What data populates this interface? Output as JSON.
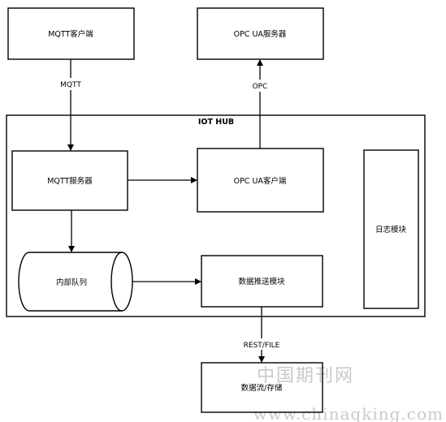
{
  "diagram": {
    "nodes": {
      "mqtt_client": "MQTT客户端",
      "opcua_server": "OPC UA服务器",
      "mqtt_server": "MQTT服务器",
      "opcua_client": "OPC UA客户端",
      "log_module": "日志模块",
      "internal_queue": "内部队列",
      "data_push_module": "数据推送模块",
      "data_stream_storage": "数据流/存储"
    },
    "container": {
      "title": "IOT HUB"
    },
    "edges": [
      {
        "from": "mqtt_client",
        "to": "mqtt_server",
        "label": "MQTT"
      },
      {
        "from": "opcua_client",
        "to": "opcua_server",
        "label": "OPC"
      },
      {
        "from": "mqtt_server",
        "to": "opcua_client",
        "label": ""
      },
      {
        "from": "mqtt_server",
        "to": "internal_queue",
        "label": ""
      },
      {
        "from": "internal_queue",
        "to": "data_push_module",
        "label": ""
      },
      {
        "from": "data_push_module",
        "to": "data_stream_storage",
        "label": "REST/FILE"
      }
    ],
    "edge_labels": {
      "mqtt": "MQTT",
      "opc": "OPC",
      "rest_file": "REST/FILE"
    }
  },
  "watermark": {
    "cn": "中国期刊网",
    "url": "www.chinaqking.com"
  }
}
